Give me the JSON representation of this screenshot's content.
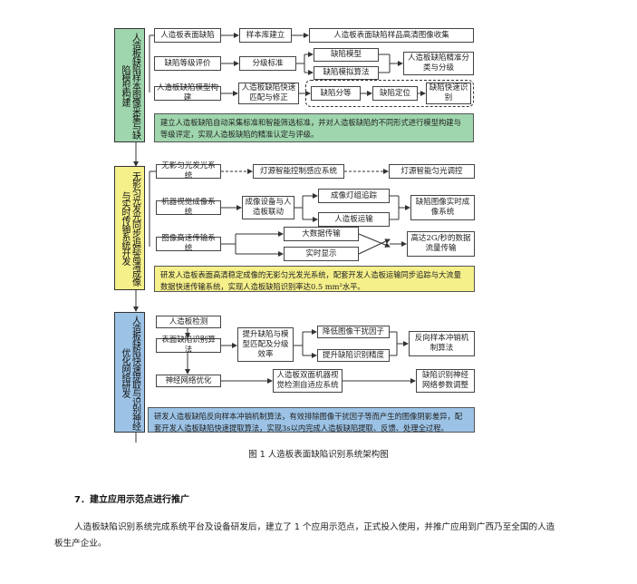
{
  "figure": {
    "sections": [
      {
        "label": "人造板缺陷样本图像采集与缺陷模型构建",
        "color": "#9fd6ad",
        "items": [
          "人造板表面缺陷",
          "样本库建立",
          "人造板表面缺陷样品高清图像收集",
          "缺陷等级评价",
          "分级标准",
          "缺陷模型",
          "缺陷模拟算法",
          "人造板缺陷精准分类与分级",
          "人造板缺陷模型构建",
          "人造板缺陷快速匹配与修正",
          "缺陷分等",
          "缺陷定位",
          "缺陷快速识别"
        ],
        "summary": "建立人造板缺陷自动采集标准和智能筛选标准，并对人造板缺陷的不同形式进行模型构建与等级评定，实现人造板缺陷的精准认定与评级。"
      },
      {
        "label": "无影匀光发光同步追踪高清成像与实时传输系统开发",
        "color": "#f5f08a",
        "items": [
          "无影匀光发光系统",
          "灯源智能控制感应系统",
          "灯源智能匀光调控",
          "机器视觉成像系统",
          "成像设备与人造板联动",
          "成像灯组追踪",
          "人造板运输",
          "缺陷图像实时成像系统",
          "图像高速传输系统",
          "大数据传输",
          "实时显示",
          "高达2G/秒的数据流量传输"
        ],
        "summary": "研发人造板表面高清稳定成像的无影匀光发光系统，配套开发人造板运输同步追踪与大流量数据快速传输系统，实现人造板缺陷识别率达0.5 mm²水平。"
      },
      {
        "label": "人造板缺陷快速提取与识别神经优化网络研发",
        "color": "#9cc3e6",
        "items": [
          "人造板检测",
          "表面缺陷识别算法",
          "提升缺陷与模型匹配及分级效率",
          "降低图像干扰因子",
          "提升缺陷识别精度",
          "反向样本冲销机制算法",
          "神经网络优化",
          "人造板双面机器视觉检测自适应系统",
          "缺陷识别神经网络参数调整"
        ],
        "summary": "研发人造板缺陷反向样本冲销机制算法，有效排除图像干扰因子等而产生的图像阴影差异，配套开发人造板缺陷快速提取算法，实现3s以内完成人造板缺陷提取、反馈、处理全过程。"
      }
    ],
    "caption": "图 1  人造板表面缺陷识别系统架构图"
  },
  "section7": {
    "heading": "7．建立应用示范点进行推广",
    "paragraph": "人造板缺陷识别系统完成系统平台及设备研发后，建立了 1 个应用示范点，正式投入使用，并推广应用到广西乃至全国的人造板生产企业。"
  }
}
